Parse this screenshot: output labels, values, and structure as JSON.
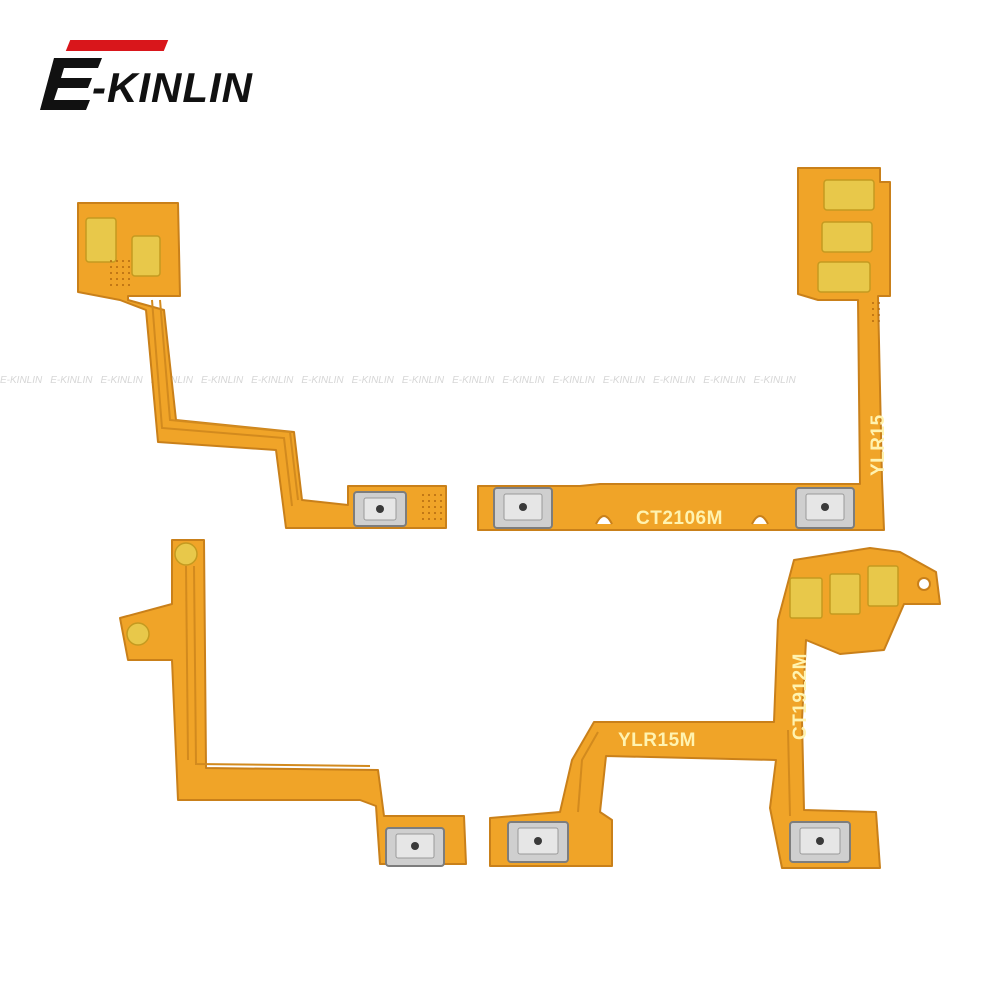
{
  "brand": {
    "logo_text": "-KINLIN",
    "accent_color": "#d9161b",
    "watermark_text": "E-KINLIN"
  },
  "cables": [
    {
      "id": "top-left",
      "buttons": 1
    },
    {
      "id": "top-right",
      "silkscreen": [
        "YLR15",
        "CT2106M"
      ],
      "buttons": 2
    },
    {
      "id": "bottom-left",
      "buttons": 1
    },
    {
      "id": "bottom-right",
      "silkscreen": [
        "YLR15M",
        "CT1912M"
      ],
      "buttons": 2
    }
  ],
  "colors": {
    "flex": "#f0a428",
    "flex_edge": "#c9801a",
    "pad": "#e8c84a",
    "switch": "#cfcfcf"
  }
}
